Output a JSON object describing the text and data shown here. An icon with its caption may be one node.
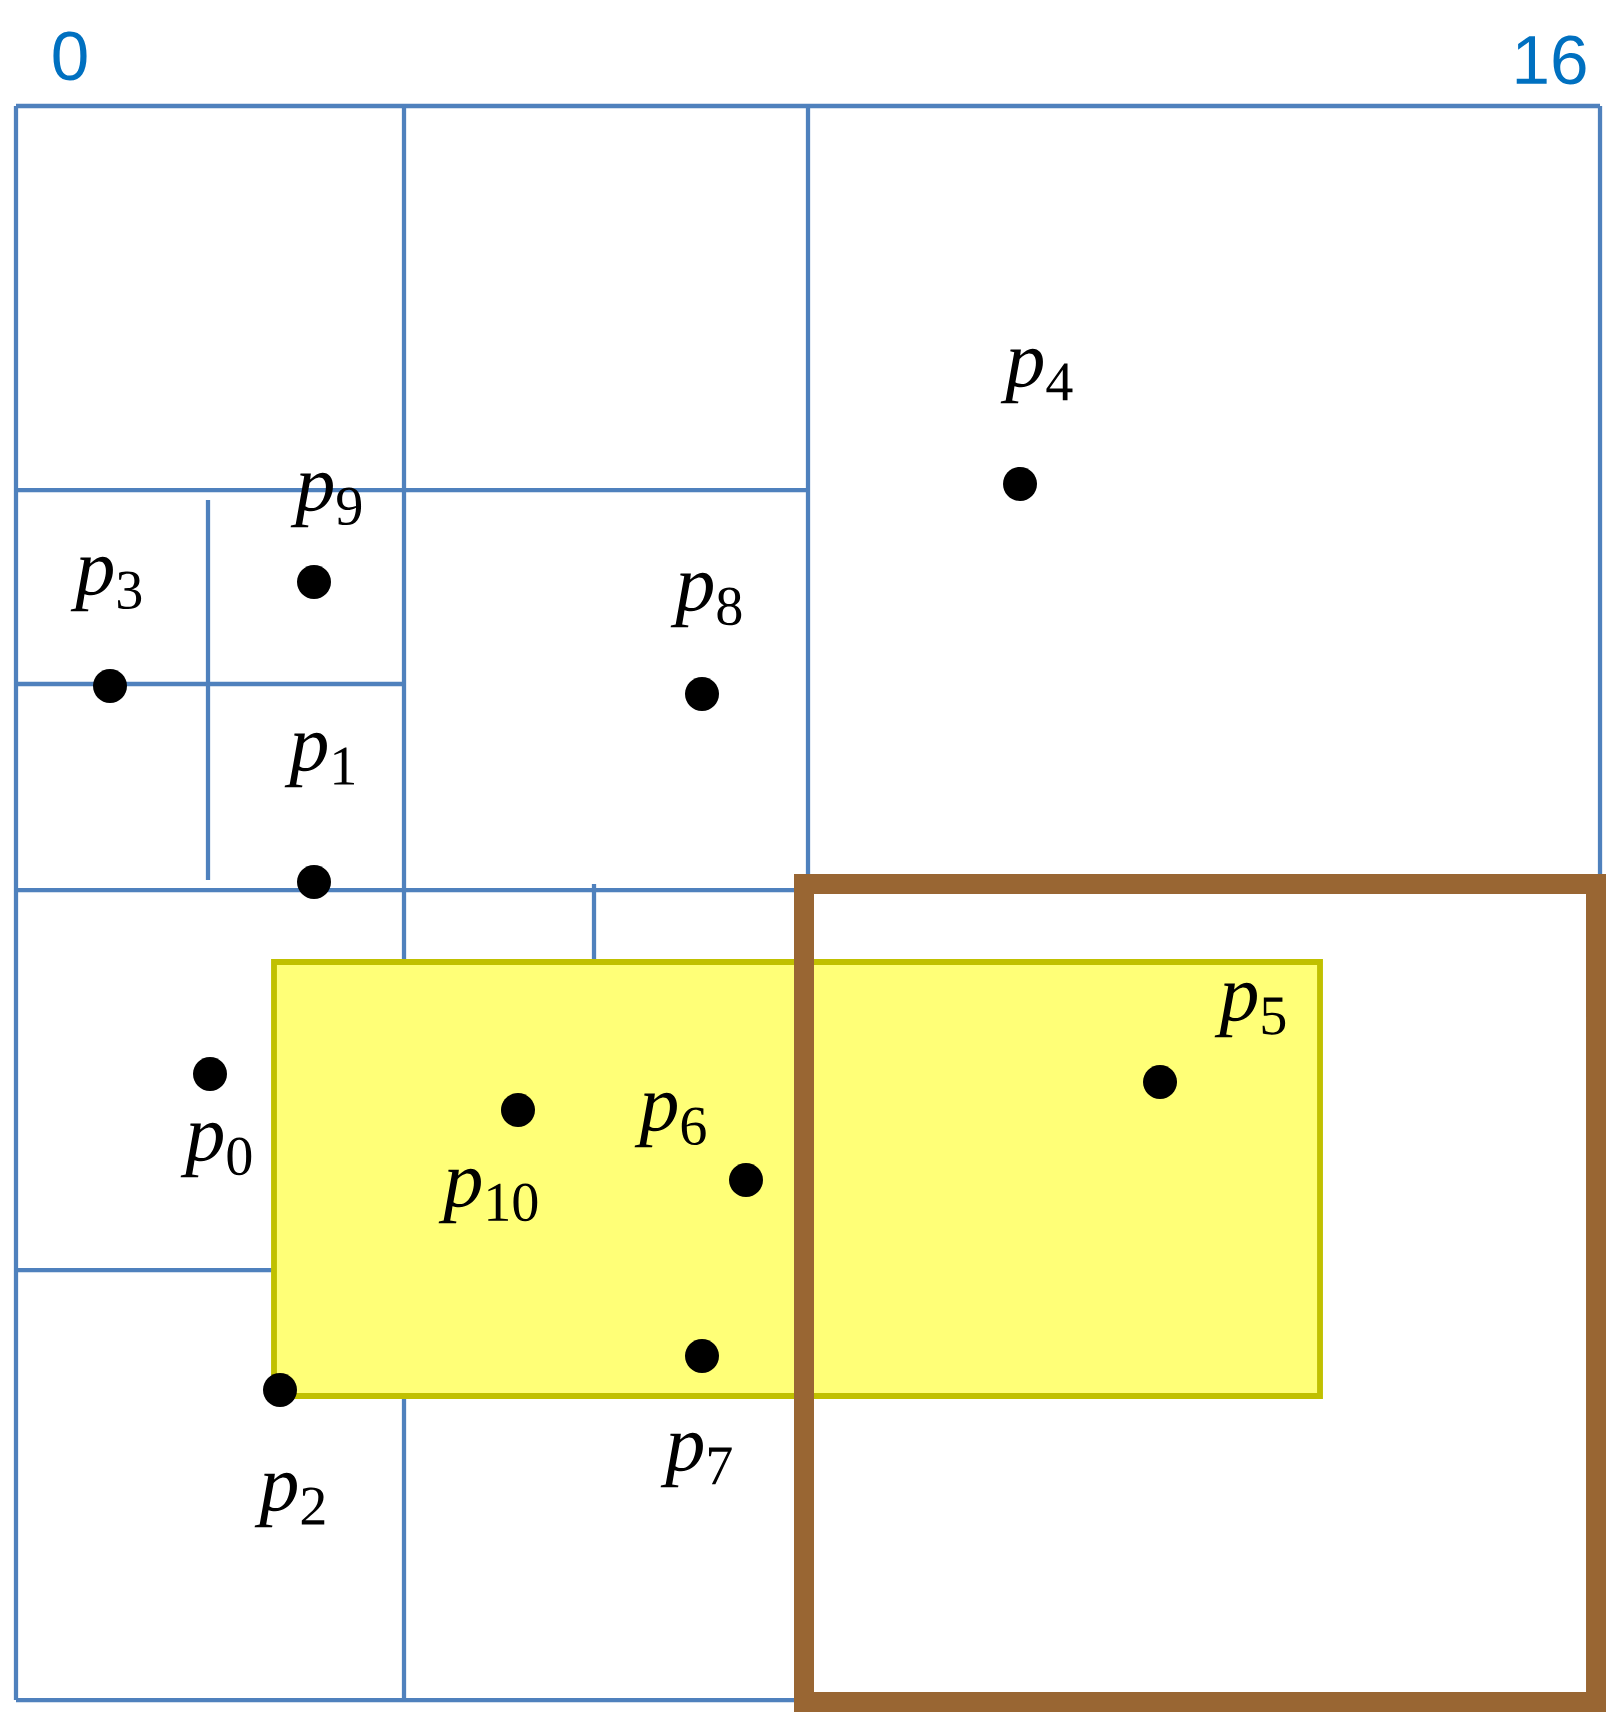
{
  "diagram": {
    "labels": [
      "0",
      "16",
      "*p*$_{4}$",
      "*p*$_{9}$",
      "*p*$_{3}$",
      "*p*$_{8}$",
      "*p*$_{1}$",
      "*p*$_{5}$",
      "*p*$_{0}$",
      "*p*$_{10}$",
      "*p*$_{6}$",
      "*p*$_{7}$",
      "*p*$_{2}$"
    ]
  }
}
